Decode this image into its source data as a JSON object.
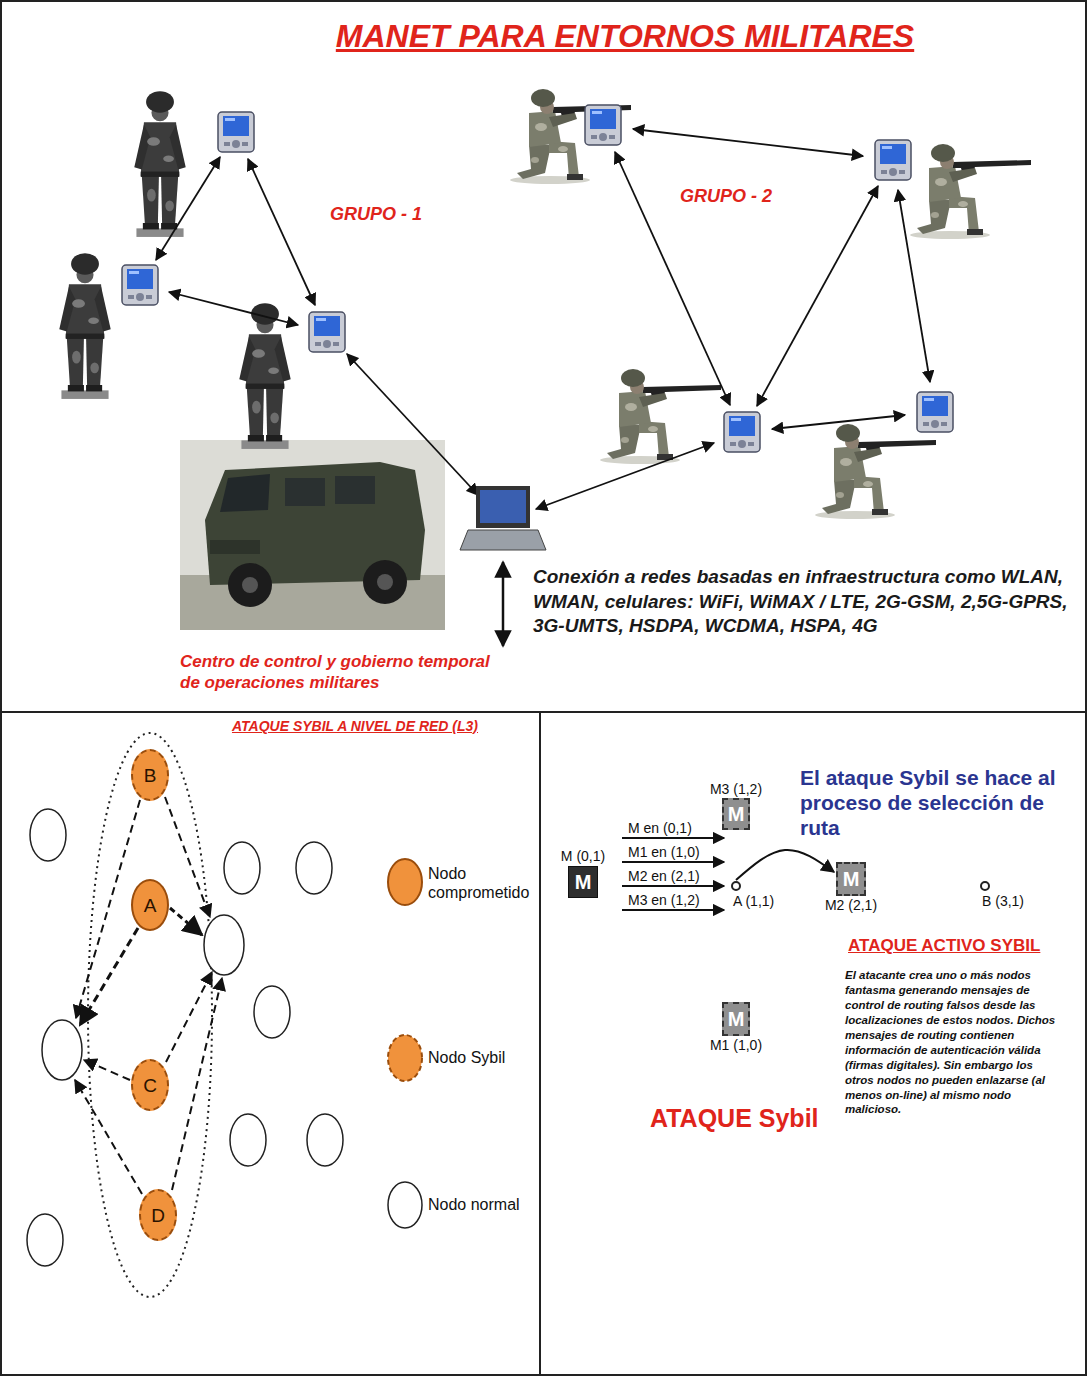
{
  "diagram": {
    "title": "MANET PARA ENTORNOS MILITARES",
    "nodes": [
      {
        "text": [
          "B"
        ]
      },
      {
        "text": [
          "A"
        ]
      },
      {
        "text": [
          "C"
        ]
      },
      {
        "text": [
          "D"
        ]
      },
      {
        "text": [
          "M3 (1,2)",
          "M"
        ]
      },
      {
        "text": [
          "M (0,1)",
          "M"
        ]
      },
      {
        "text": [
          "A (1,1)"
        ]
      },
      {
        "text": [
          "M",
          "M2 (2,1)"
        ]
      },
      {
        "text": [
          "B (3,1)"
        ]
      },
      {
        "text": [
          "M",
          "M1 (1,0)"
        ]
      }
    ],
    "edges": [
      {
        "from": 6,
        "to": 7,
        "arrow": "to"
      }
    ],
    "labels": [
      "GRUPO - 1",
      "GRUPO - 2",
      "Centro de control y gobierno temporal de operaciones militares",
      "Conexión a redes basadas en infraestructura como WLAN, WMAN, celulares: WiFi, WiMAX / LTE, 2G-GSM, 2,5G-GPRS, 3G-UMTS, HSDPA, WCDMA, HSPA, 4G",
      "ATAQUE SYBIL A NIVEL DE RED (L3)",
      "El ataque Sybil se hace al proceso de selección de ruta",
      "M en (0,1)",
      "M1 en (1,0)",
      "M2 en (2,1)",
      "M3 en (1,2)",
      "ATAQUE ACTIVO SYBIL",
      "El atacante crea uno o más nodos fantasma generando mensajes de control de routing falsos desde las localizaciones de estos nodos. Dichos mensajes de routing contienen información de autenticación válida (firmas digitales). Sin embargo los otros nodos no pueden enlazarse (al menos on-line) al mismo nodo malicioso.",
      "ATAQUE Sybil"
    ],
    "legend": [
      {
        "text": "Nodo comprometido"
      },
      {
        "text": "Nodo Sybil"
      },
      {
        "text": "Nodo normal"
      }
    ]
  }
}
